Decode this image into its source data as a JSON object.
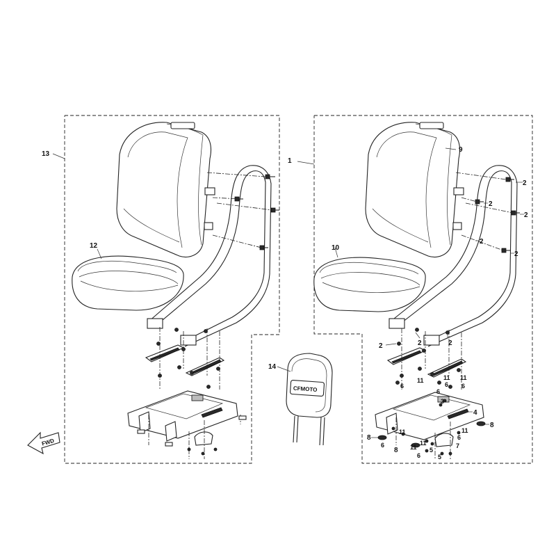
{
  "callouts": {
    "c1": "1",
    "c2": "2",
    "c3": "3",
    "c4": "4",
    "c5": "5",
    "c6": "6",
    "c7": "7",
    "c8": "8",
    "c9": "9",
    "c10": "10",
    "c11": "11",
    "c12": "12",
    "c13": "13",
    "c14": "14"
  },
  "fwd_label": "FWD",
  "headrest_logo": "CFMOTO"
}
